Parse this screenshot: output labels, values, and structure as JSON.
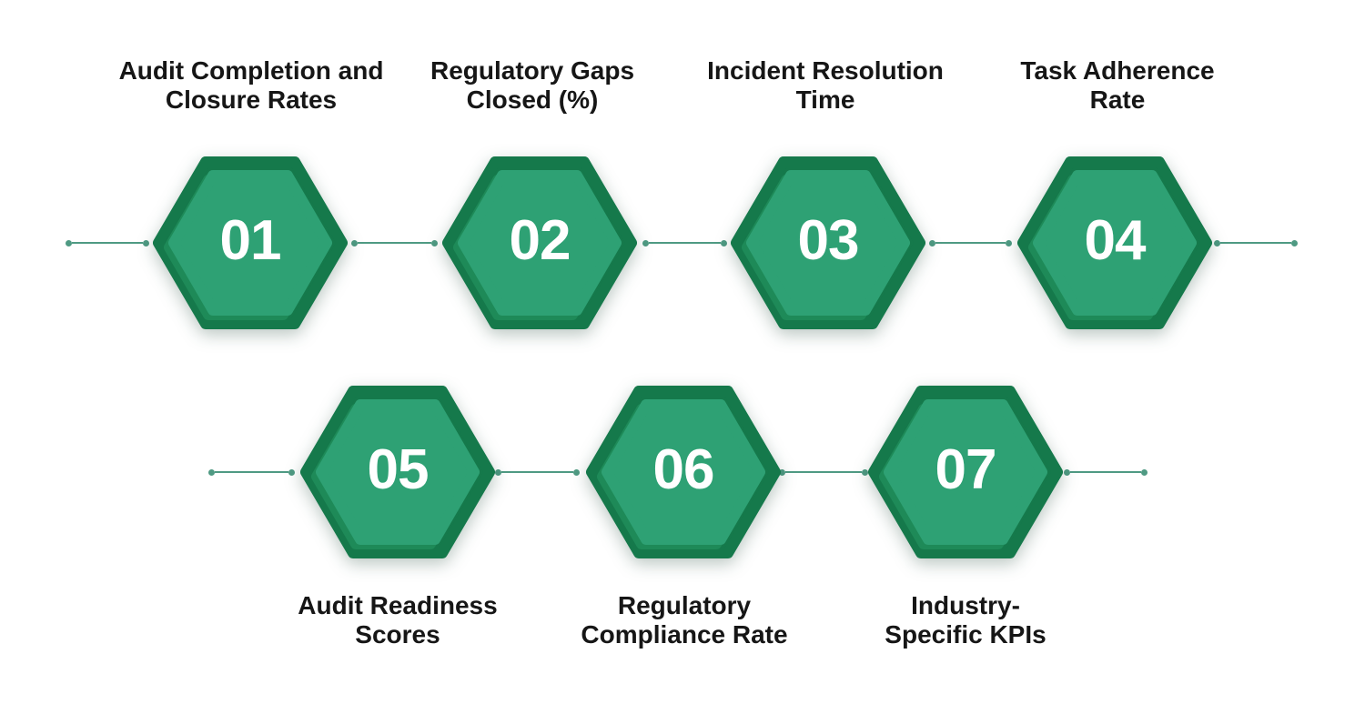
{
  "colors": {
    "canvas_bg": "#ffffff",
    "hex_outer": "#15794b",
    "hex_bevel": "#1e8a58",
    "hex_inner": "#2ea174",
    "number_text": "#ffffff",
    "connector": "#4f9a83",
    "label_text": "#161616"
  },
  "items": [
    {
      "number": "01",
      "label": "Audit Completion and\nClosure Rates"
    },
    {
      "number": "02",
      "label": "Regulatory Gaps\nClosed (%)"
    },
    {
      "number": "03",
      "label": "Incident Resolution\nTime"
    },
    {
      "number": "04",
      "label": "Task Adherence\nRate"
    },
    {
      "number": "05",
      "label": "Audit Readiness\nScores"
    },
    {
      "number": "06",
      "label": "Regulatory\nCompliance Rate"
    },
    {
      "number": "07",
      "label": "Industry-\nSpecific KPIs"
    }
  ]
}
